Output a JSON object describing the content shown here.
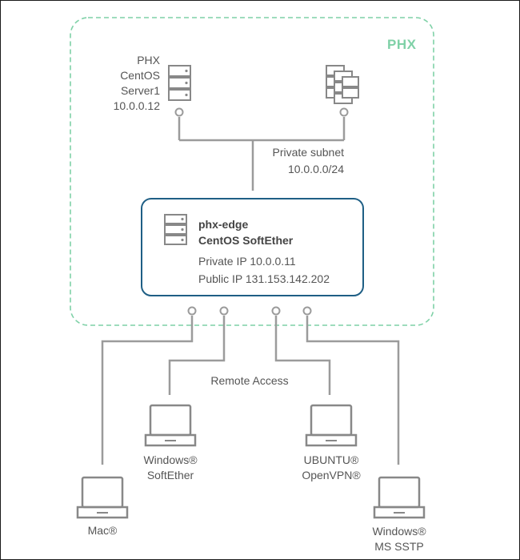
{
  "zone": {
    "name": "PHX"
  },
  "server1": {
    "lines": [
      "PHX",
      "CentOS",
      "Server1",
      "10.0.0.12"
    ]
  },
  "server_cluster": {
    "icon": "server-stack-icon"
  },
  "subnet": {
    "label": "Private subnet",
    "cidr": "10.0.0.0/24"
  },
  "edge": {
    "name": "phx-edge",
    "os": "CentOS SoftEther",
    "private_ip": "Private IP 10.0.0.11",
    "public_ip": "Public IP 131.153.142.202"
  },
  "remote_access": {
    "label": "Remote Access"
  },
  "clients": {
    "windows_softether": [
      "Windows®",
      "SoftEther"
    ],
    "ubuntu_openvpn": [
      "UBUNTU®",
      "OpenVPN®"
    ],
    "mac": [
      "Mac®"
    ],
    "windows_sstp": [
      "Windows®",
      "MS SSTP"
    ]
  },
  "colors": {
    "zone_border": "#7fd1a7",
    "edge_border": "#1f5f85",
    "line": "#9b9b9b",
    "icon": "#888888"
  }
}
